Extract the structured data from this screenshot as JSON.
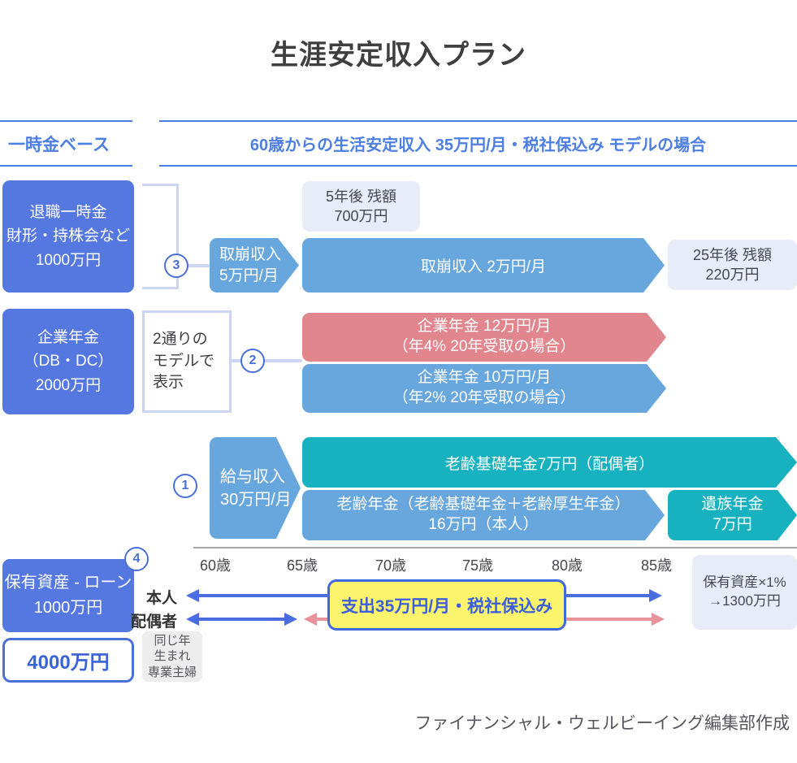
{
  "title": "生涯安定収入プラン",
  "header": {
    "left": "一時金ベース",
    "main": "60歳からの生活安定収入 35万円/月・税社保込み モデルの場合"
  },
  "sources": {
    "retirement": [
      "退職一時金",
      "財形・持株会など",
      "1000万円"
    ],
    "corporate": [
      "企業年金",
      "（DB・DC）",
      "2000万円"
    ],
    "assets": [
      "保有資産 - ローン",
      "1000万円"
    ],
    "total": "4000万円"
  },
  "steps": {
    "s1": "1",
    "s2": "2",
    "s3": "3",
    "s4": "4"
  },
  "model_note": [
    "2通りの",
    "モデルで",
    "表示"
  ],
  "row_drawdown": {
    "start": [
      "取崩収入",
      "5万円/月"
    ],
    "after5": [
      "5年後 残額",
      "700万円"
    ],
    "main": "取崩収入 2万円/月",
    "after25": [
      "25年後 残額",
      "220万円"
    ]
  },
  "row_pension": {
    "rate4": [
      "企業年金 12万円/月",
      "（年4% 20年受取の場合）"
    ],
    "rate2": [
      "企業年金 10万円/月",
      "（年2% 20年受取の場合）"
    ]
  },
  "row_public": {
    "salary": [
      "給与収入",
      "30万円/月"
    ],
    "spouse_basic": "老齢基礎年金7万円（配偶者）",
    "self_pension": [
      "老齢年金（老齢基礎年金＋老齢厚生年金）",
      "16万円（本人）"
    ],
    "survivor": [
      "遺族年金",
      "7万円"
    ]
  },
  "timeline": {
    "ticks": [
      "60歳",
      "65歳",
      "70歳",
      "75歳",
      "80歳",
      "85歳"
    ]
  },
  "bottom": {
    "self_label": "本人",
    "spouse_label": "配偶者",
    "spend": "支出35万円/月・税社保込み",
    "asset_note": [
      "保有資産×1%",
      "→1300万円"
    ],
    "spouse_chip": [
      "同じ年",
      "生まれ",
      "専業主婦"
    ]
  },
  "footer": "ファイナンシャル・ウェルビーイング編集部作成",
  "colors": {
    "royal_blue": "#5577E0",
    "sky_blue": "#68A7DE",
    "teal": "#17B1BF",
    "pink": "#E2868E",
    "lavender": "#E8ECF9",
    "lavender_line": "#CBD5F3",
    "accent_blue": "#4A6FD8",
    "header_blue": "#4D7EE2",
    "yellow": "#FBF46C",
    "bottom_arrow_blue": "#4A6EE0",
    "bottom_arrow_pink": "#E8939B"
  }
}
